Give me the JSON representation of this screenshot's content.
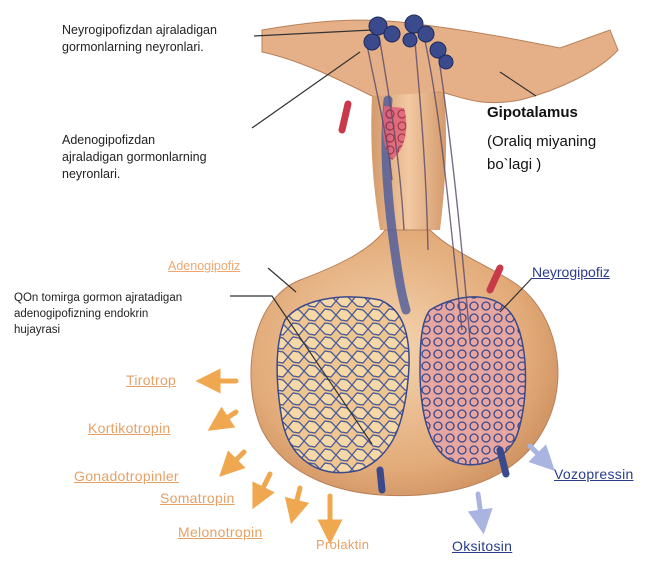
{
  "labels": {
    "neuro_neurons": "Neyrogipofizdan ajraladigan\ngormonlarning neyronlari.",
    "adeno_neurons": "Adenogipofizdan\najraladigan gormonlarning\n   neyronlari.",
    "hypothalamus_title": "Gipotalamus",
    "hypothalamus_sub": "(Oraliq miyaning\nbo`lagi )",
    "adenohypophysis": "Adenogipofiz",
    "neurohypophysis": "Neyrogipofiz",
    "endocrine_cell": "QOn tomirga gormon ajratadigan\nadenogipofizning endokrin\nhujayrasi"
  },
  "hormones": {
    "tirotrop": "Tirotrop",
    "kortikotropin": "Kortikotropin",
    "gonadotropinler": "Gonadotropinler",
    "somatropin": "Somatropin",
    "melonotropin": "Melonotropin",
    "prolaktin": "Prolaktin",
    "vozopressin": "Vozopressin",
    "oksitosin": "Oksitosin"
  },
  "colors": {
    "adeno_hormone": "#e8a064",
    "neuro_hormone": "#2a3c8c",
    "gland_tissue": "#e0a878",
    "vessel_blue": "#4a5a9c",
    "vessel_red": "#c83a4a"
  }
}
